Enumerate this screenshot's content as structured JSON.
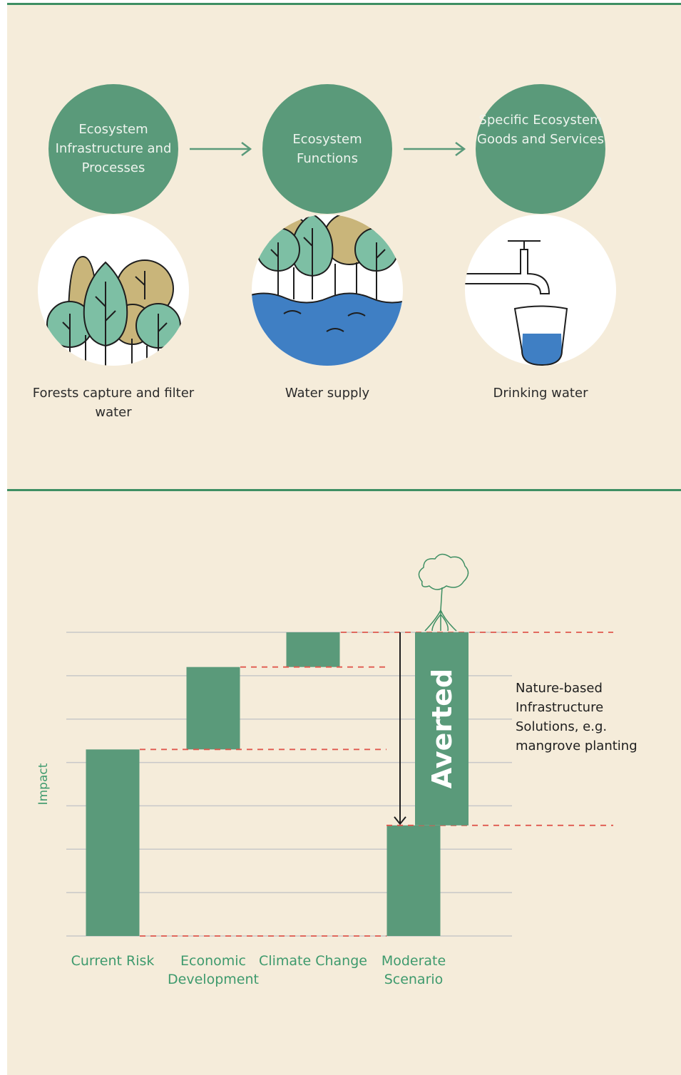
{
  "flow": {
    "steps": [
      {
        "label": "Ecosystem Infrastructure and Processes",
        "caption": "Forests capture and filter water"
      },
      {
        "label": "Ecosystem Functions",
        "caption": "Water supply"
      },
      {
        "label": "Specific Ecosystem Goods and Services",
        "caption": "Drinking water"
      }
    ],
    "colors": {
      "accent": "#5a9a7a",
      "background": "#f5ecda",
      "tan": "#c9b57a",
      "teal": "#7dbfa4",
      "water": "#3f7fc4"
    }
  },
  "chart_data": {
    "type": "waterfall",
    "ylabel": "Impact",
    "categories": [
      "Current Risk",
      "Economic Development",
      "Climate Change",
      "Moderate Scenario"
    ],
    "series": [
      {
        "category": "Current Risk",
        "start": 0,
        "end": 4.3
      },
      {
        "category": "Economic Development",
        "start": 4.3,
        "end": 6.2
      },
      {
        "category": "Climate Change",
        "start": 6.2,
        "end": 7.0
      },
      {
        "category": "Moderate Scenario",
        "start": 0,
        "end": 2.55
      }
    ],
    "averted": {
      "label": "Averted",
      "from": 7.0,
      "to": 2.55
    },
    "annotation": "Nature-based Infrastructure Solutions, e.g. mangrove planting",
    "ylim": [
      0,
      7
    ],
    "gridlines": 8,
    "colors": {
      "bar": "#5a9a7a",
      "dashed": "#e0584e",
      "grid": "#c8c8c8",
      "label": "#3e9a6d"
    }
  }
}
